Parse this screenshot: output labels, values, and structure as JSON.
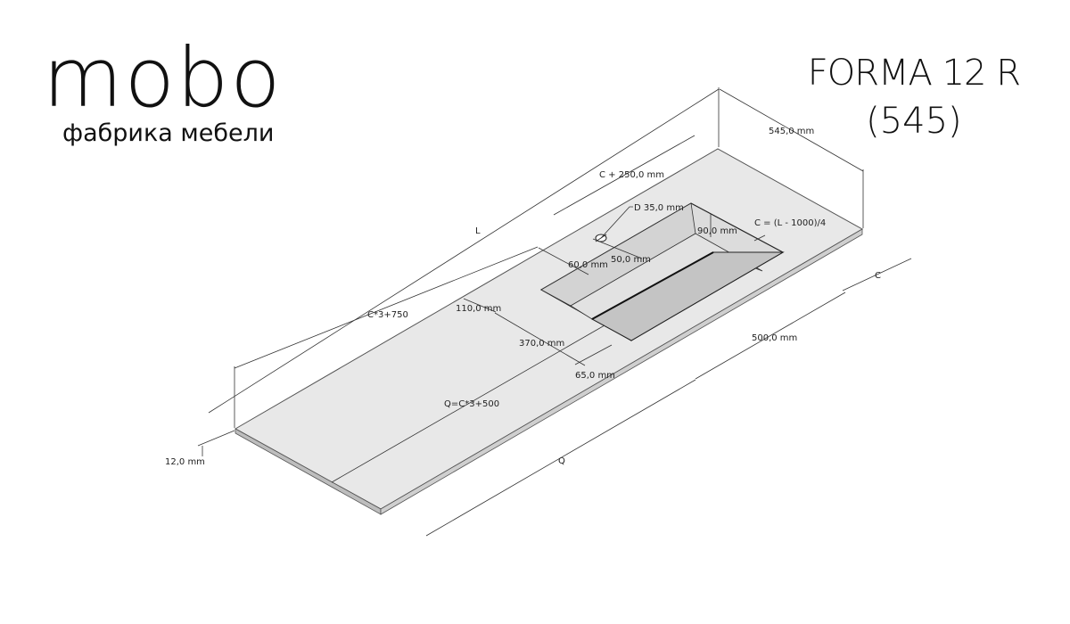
{
  "brand": {
    "logo_text": "mobo",
    "tagline": "фабрика мебели"
  },
  "product": {
    "model": "FORMA 12 R",
    "size": "(545)"
  },
  "dimensions": {
    "length": "L",
    "depth": "545,0 mm",
    "c_plus_250": "C + 250,0 mm",
    "drain_diameter": "D 35,0 mm",
    "c_formula": "C = (L - 1000)/4",
    "basin_depth": "90,0 mm",
    "drain_offset_x": "60,0 mm",
    "drain_offset_y": "50,0 mm",
    "c": "C",
    "c3_plus_750": "C*3+750",
    "offset_110": "110,0 mm",
    "bowl_width": "370,0 mm",
    "bowl_length": "500,0 mm",
    "offset_65": "65,0 mm",
    "q_formula": "Q=C*3+500",
    "q": "Q",
    "thickness": "12,0 mm"
  },
  "colors": {
    "ink": "#111111",
    "surface": "#e8e8e8",
    "surface_edge": "#bdbdbd",
    "basin_floor": "#c4c4c4"
  }
}
